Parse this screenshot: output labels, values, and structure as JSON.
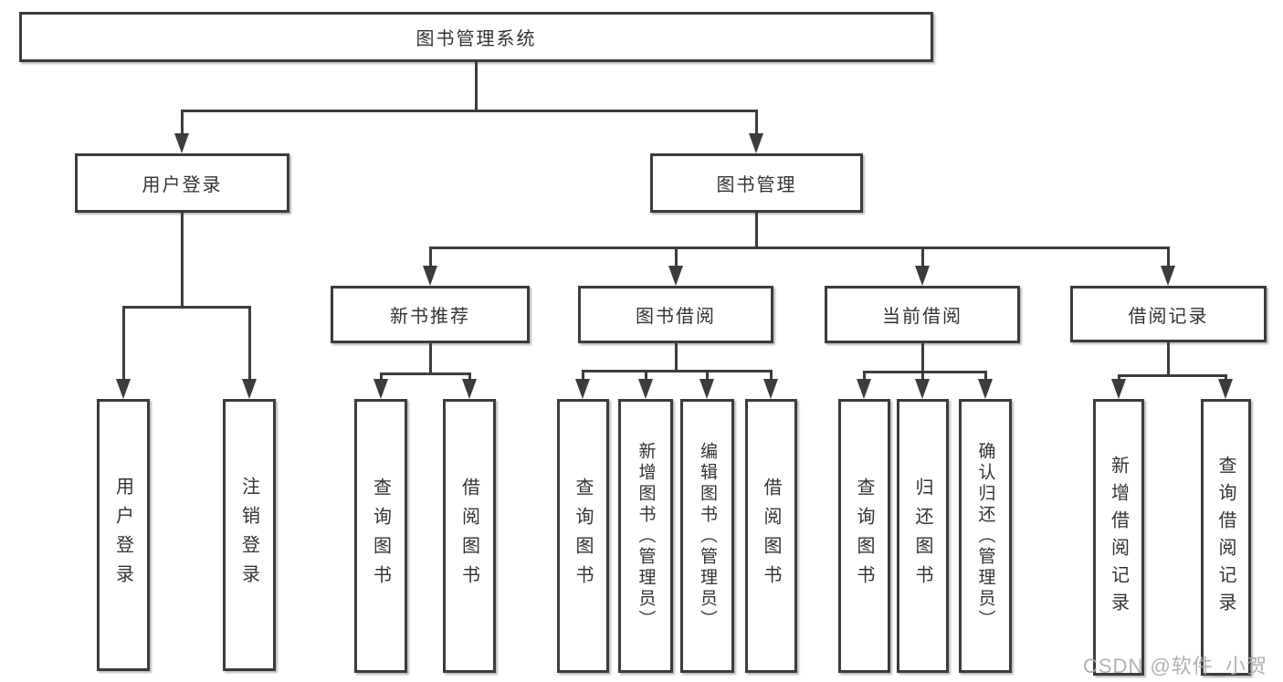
{
  "tree": {
    "label": "图书管理系统",
    "children": [
      {
        "label": "用户登录",
        "children": [
          {
            "label": "用户登录"
          },
          {
            "label": "注销登录"
          }
        ]
      },
      {
        "label": "图书管理",
        "children": [
          {
            "label": "新书推荐",
            "children": [
              {
                "label": "查询图书"
              },
              {
                "label": "借阅图书"
              }
            ]
          },
          {
            "label": "图书借阅",
            "children": [
              {
                "label": "查询图书"
              },
              {
                "label": "新增图书（管理员）"
              },
              {
                "label": "编辑图书（管理员）"
              },
              {
                "label": "借阅图书"
              }
            ]
          },
          {
            "label": "当前借阅",
            "children": [
              {
                "label": "查询图书"
              },
              {
                "label": "归还图书"
              },
              {
                "label": "确认归还（管理员）"
              }
            ]
          },
          {
            "label": "借阅记录",
            "children": [
              {
                "label": "新增借阅记录"
              },
              {
                "label": "查询借阅记录"
              }
            ]
          }
        ]
      }
    ]
  },
  "watermark": "CSDN @软件_小贺同学",
  "colors": {
    "line": "#3c3c3c",
    "text": "#333333",
    "background": "#ffffff",
    "watermark": "#aaaaaa"
  }
}
